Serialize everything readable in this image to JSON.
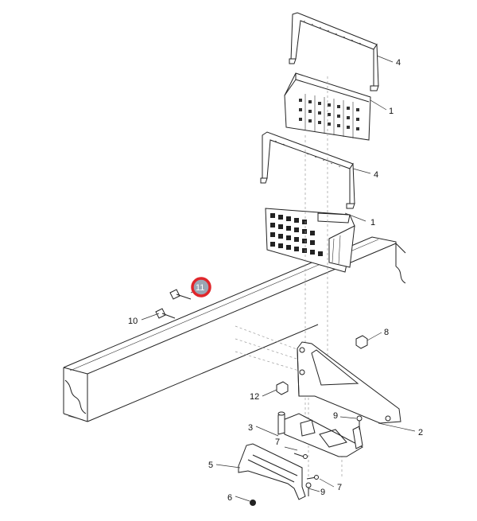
{
  "diagram": {
    "callouts": [
      {
        "id": "c1a",
        "label": "1"
      },
      {
        "id": "c1b",
        "label": "1"
      },
      {
        "id": "c2",
        "label": "2"
      },
      {
        "id": "c3",
        "label": "3"
      },
      {
        "id": "c4a",
        "label": "4"
      },
      {
        "id": "c4b",
        "label": "4"
      },
      {
        "id": "c5",
        "label": "5"
      },
      {
        "id": "c6",
        "label": "6"
      },
      {
        "id": "c7a",
        "label": "7"
      },
      {
        "id": "c7b",
        "label": "7"
      },
      {
        "id": "c8",
        "label": "8"
      },
      {
        "id": "c9a",
        "label": "9"
      },
      {
        "id": "c9b",
        "label": "9"
      },
      {
        "id": "c10",
        "label": "10"
      },
      {
        "id": "c12",
        "label": "12"
      }
    ],
    "highlighted": {
      "label": "11",
      "ring_color": "#e0262b",
      "fill_color": "#9aa6b4"
    }
  }
}
